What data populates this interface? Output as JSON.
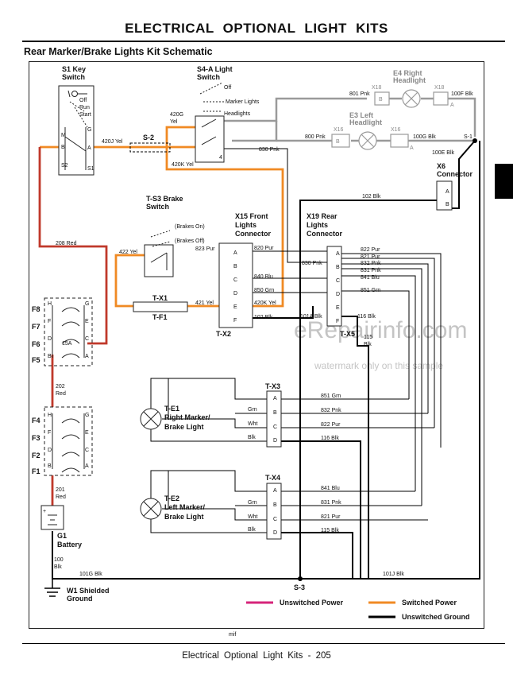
{
  "header": {
    "title": "ELECTRICAL   OPTIONAL LIGHT KITS"
  },
  "subtitle": "Rear Marker/Brake Lights Kit Schematic",
  "footer": "Electrical   Optional Light Kits  - 205",
  "code": "mif",
  "watermark": {
    "site": "eRepairinfo.com",
    "note": "watermark only on this sample"
  },
  "components": {
    "s1": "S1 Key Switch",
    "s4a": "S4-A Light Switch",
    "e4": "E4 Right Headlight",
    "e3": "E3 Left Headlight",
    "x6": "X6 Connector",
    "ts3": "T-S3 Brake Switch",
    "x15": "X15 Front Lights Connector",
    "x19": "X19 Rear Lights Connector",
    "te1": "T-E1 Right Marker/ Brake Light",
    "te2": "T-E2 Left Marker/ Brake Light",
    "g1": "G1 Battery",
    "w1": "W1 Shielded Ground"
  },
  "legend": [
    {
      "label": "Unswitched Power",
      "color": "#d6247a"
    },
    {
      "label": "Switched Power",
      "color": "#f08a24"
    },
    {
      "label": "Unswitched Ground",
      "color": "#000000"
    }
  ],
  "colors": {
    "red": "#c0392b",
    "orange": "#f08a24",
    "gray": "#9a9a9a",
    "black": "#000000"
  }
}
